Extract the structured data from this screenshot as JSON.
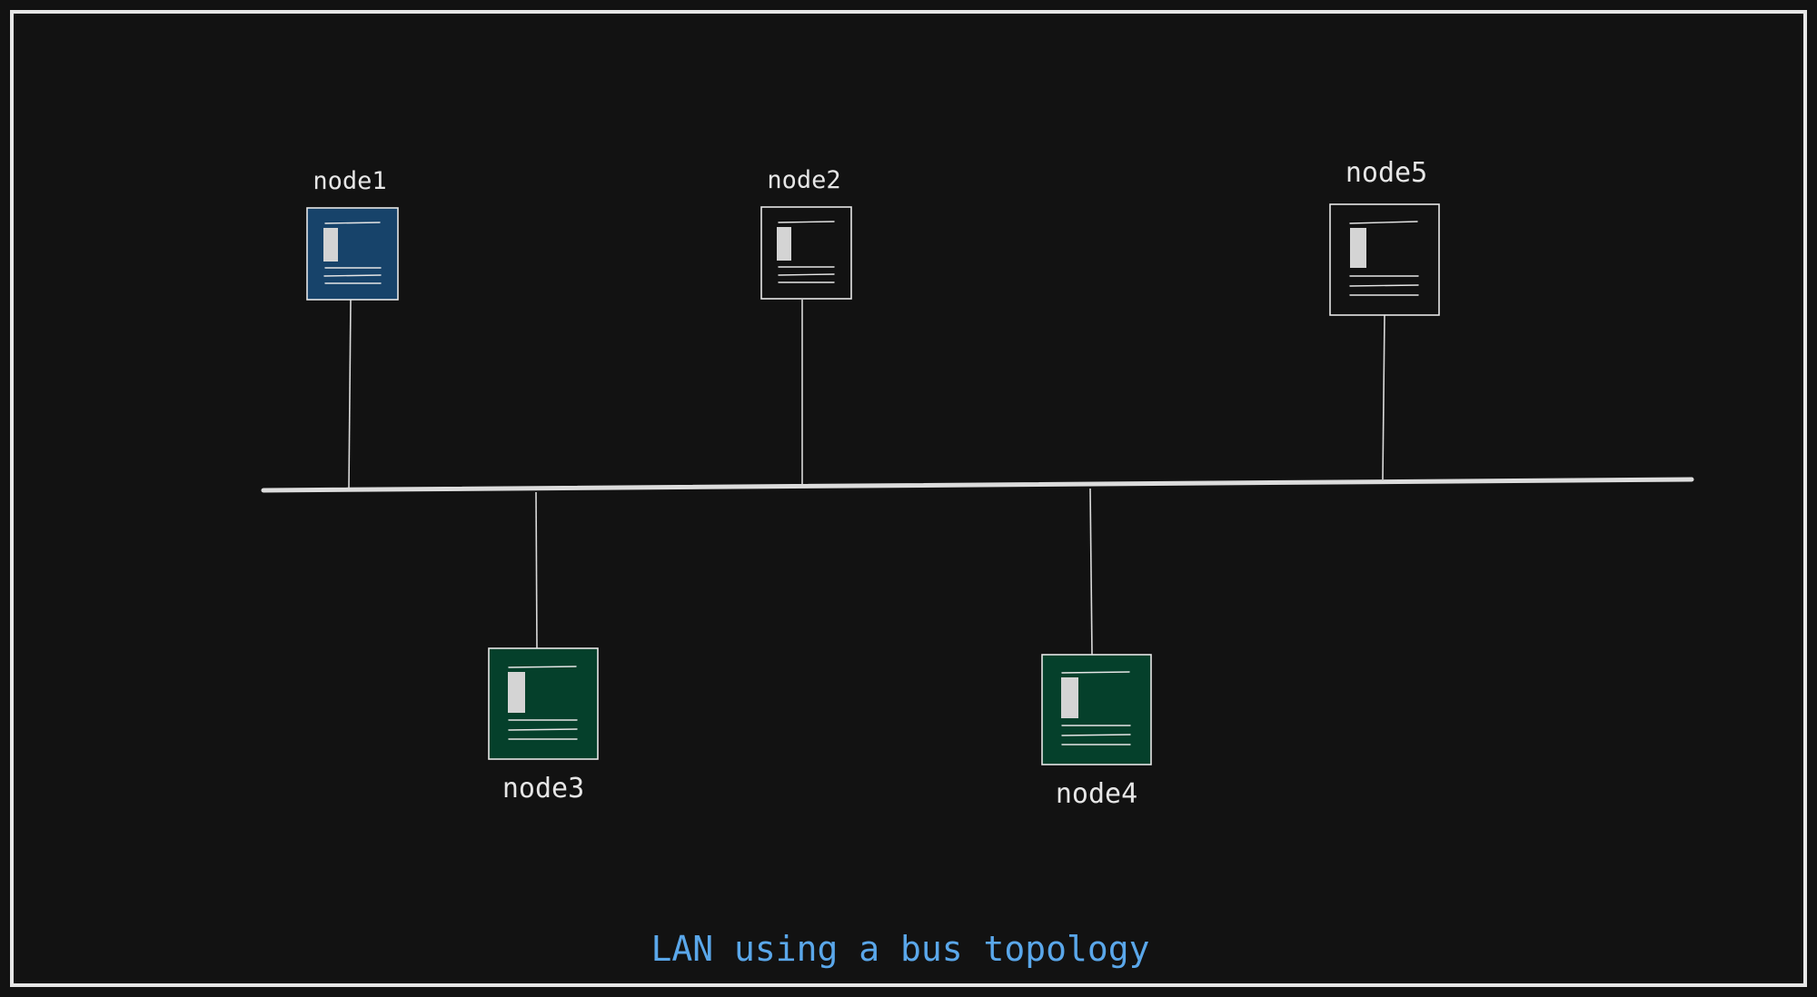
{
  "diagram": {
    "caption": "LAN using a bus topology",
    "nodes": [
      {
        "id": "node1",
        "label": "node1",
        "fill": "#17436a",
        "side": "above"
      },
      {
        "id": "node2",
        "label": "node2",
        "fill": "#121212",
        "side": "above"
      },
      {
        "id": "node5",
        "label": "node5",
        "fill": "#121212",
        "side": "above"
      },
      {
        "id": "node3",
        "label": "node3",
        "fill": "#05402b",
        "side": "below"
      },
      {
        "id": "node4",
        "label": "node4",
        "fill": "#05402b",
        "side": "below"
      }
    ],
    "colors": {
      "background": "#121212",
      "stroke": "#e6e6e6",
      "caption": "#5aa7ea"
    },
    "icon": "document-icon"
  }
}
